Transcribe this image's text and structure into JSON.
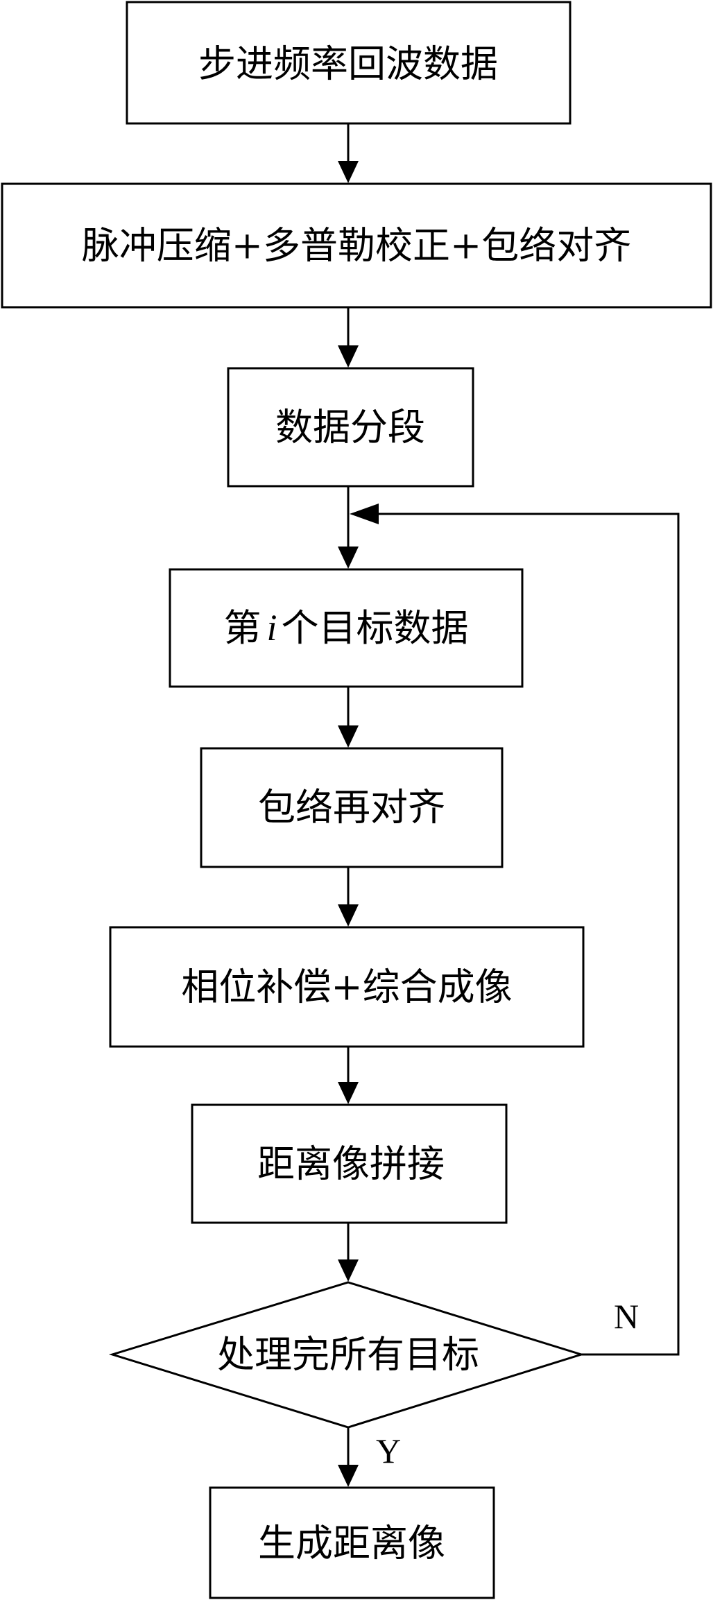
{
  "flowchart": {
    "steps": [
      {
        "id": "step1",
        "label": "步进频率回波数据"
      },
      {
        "id": "step2",
        "label": "脉冲压缩+多普勒校正+包络对齐"
      },
      {
        "id": "step3",
        "label": "数据分段"
      },
      {
        "id": "step4",
        "label_prefix": "第",
        "label_var": "i",
        "label_suffix": "个目标数据"
      },
      {
        "id": "step5",
        "label": "包络再对齐"
      },
      {
        "id": "step6",
        "label": "相位补偿+综合成像"
      },
      {
        "id": "step7",
        "label": "距离像拼接"
      },
      {
        "id": "step9",
        "label": "生成距离像"
      }
    ],
    "decision": {
      "label": "处理完所有目标",
      "no_label": "N",
      "yes_label": "Y"
    }
  }
}
